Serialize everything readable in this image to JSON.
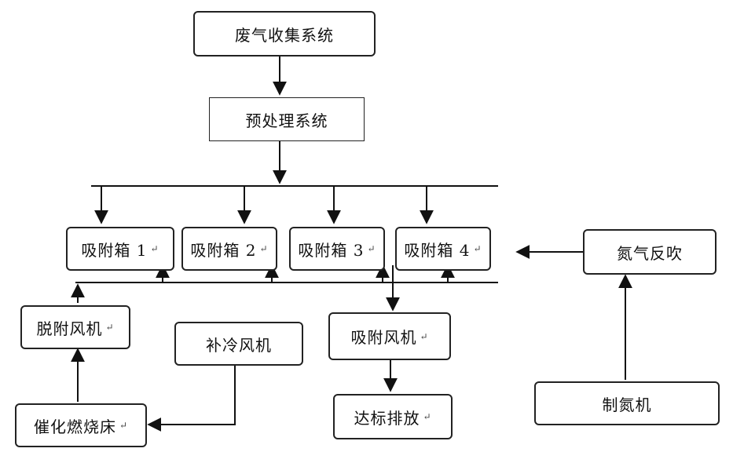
{
  "nodes": {
    "waste_gas_collection": {
      "label": "废气收集系统"
    },
    "pretreatment": {
      "label": "预处理系统"
    },
    "adsorber_1": {
      "label": "吸附箱 1",
      "mark": "↵"
    },
    "adsorber_2": {
      "label": "吸附箱 2",
      "mark": "↵"
    },
    "adsorber_3": {
      "label": "吸附箱 3",
      "mark": "↵"
    },
    "adsorber_4": {
      "label": "吸附箱 4",
      "mark": "↵"
    },
    "nitrogen_backflush": {
      "label": "氮气反吹"
    },
    "desorption_fan": {
      "label": "脱附风机",
      "mark": "↵"
    },
    "cooling_fan": {
      "label": "补冷风机"
    },
    "adsorption_fan": {
      "label": "吸附风机",
      "mark": "↵"
    },
    "catalytic_bed": {
      "label": "催化燃烧床",
      "mark": "↵"
    },
    "compliant_discharge": {
      "label": "达标排放",
      "mark": "↵"
    },
    "nitrogen_generator": {
      "label": "制氮机"
    }
  }
}
